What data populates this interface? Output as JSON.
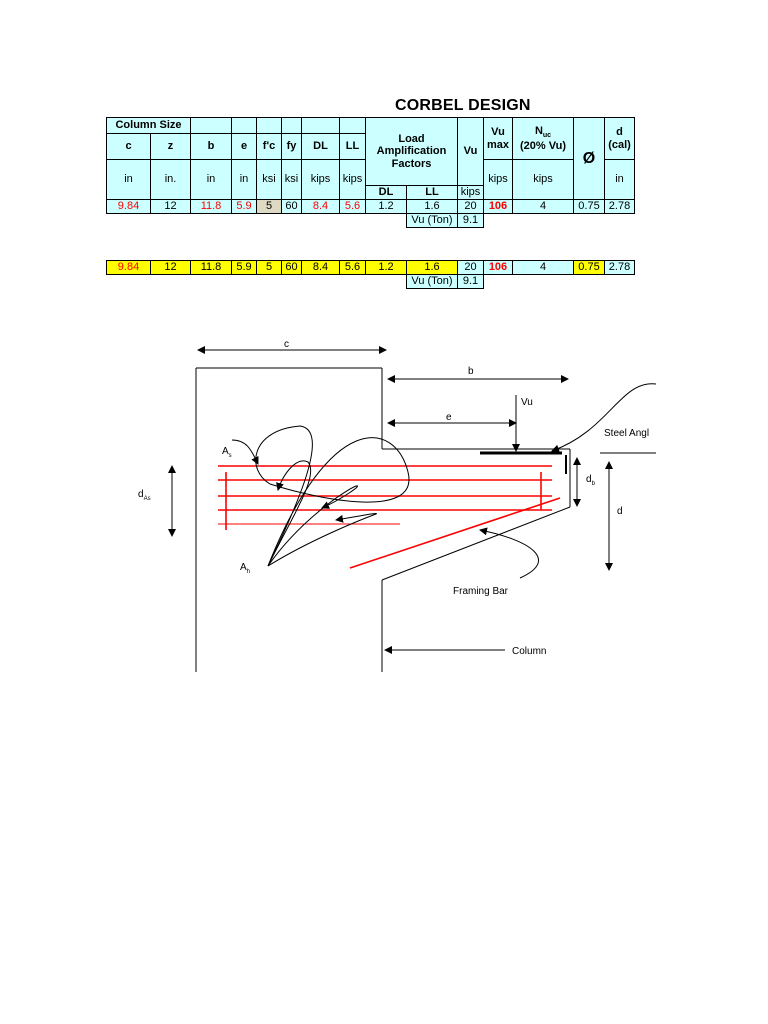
{
  "title": "CORBEL DESIGN",
  "header": {
    "column_size": "Column Size",
    "c": "c",
    "z": "z",
    "b": "b",
    "e": "e",
    "fc": "f'c",
    "fy": "fy",
    "dl": "DL",
    "ll": "LL",
    "load_amp": "Load Amplification Factors",
    "vu": "Vu",
    "vu_max": "Vu max",
    "nuc": "N",
    "nuc_sub": "uc",
    "nuc_pct": "(20% Vu)",
    "phi": "Ø",
    "d_cal": "d (cal)",
    "units": {
      "c": "in",
      "z": "in.",
      "b": "in",
      "e": "in",
      "fc": "ksi",
      "fy": "ksi",
      "dl": "kips",
      "ll": "kips",
      "vu": "kips",
      "vu_max": "kips",
      "nuc": "kips",
      "d": "in"
    },
    "amp_dl": "DL",
    "amp_ll": "LL"
  },
  "row1": {
    "c": "9.84",
    "z": "12",
    "b": "11.8",
    "e": "5.9",
    "fc": "5",
    "fy": "60",
    "dl": "8.4",
    "ll": "5.6",
    "amp_dl": "1.2",
    "amp_ll": "1.6",
    "vu": "20",
    "vu_max": "106",
    "nuc": "4",
    "phi": "0.75",
    "d": "2.78",
    "vu_ton_label": "Vu (Ton)",
    "vu_ton": "9.1"
  },
  "row2": {
    "c": "9.84",
    "z": "12",
    "b": "11.8",
    "e": "5.9",
    "fc": "5",
    "fy": "60",
    "dl": "8.4",
    "ll": "5.6",
    "amp_dl": "1.2",
    "amp_ll": "1.6",
    "vu": "20",
    "vu_max": "106",
    "nuc": "4",
    "phi": "0.75",
    "d": "2.78",
    "vu_ton_label": "Vu (Ton)",
    "vu_ton": "9.1"
  },
  "diagram": {
    "c": "c",
    "b": "b",
    "vu": "Vu",
    "e": "e",
    "steel_angle": "Steel Angl",
    "as": "A",
    "as_sub": "s",
    "d_as": "d",
    "d_as_sub": "As",
    "db": "d",
    "db_sub": "b",
    "d": "d",
    "ah": "A",
    "ah_sub": "h",
    "framing_bar": "Framing Bar",
    "column": "Column"
  }
}
